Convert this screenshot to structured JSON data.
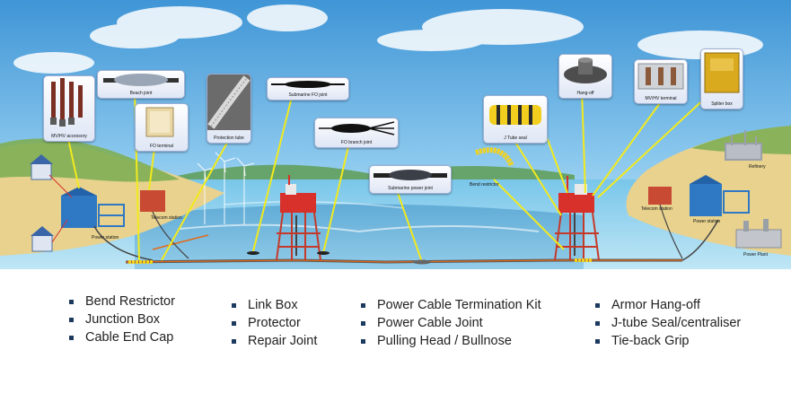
{
  "diagram": {
    "callouts": {
      "mv_hv_accessory": "MV/HV accessory",
      "beach_joint": "Beach joint",
      "fo_terminal": "FO terminal",
      "protection_tube": "Protection tube",
      "submarine_fo_joint": "Submarine FO joint",
      "fo_branch_joint": "FO branch joint",
      "submarine_power_joint": "Submarine power joint",
      "bend_restrictor": "Bend restrictor",
      "j_tube_seal": "J Tube seal",
      "hang_off": "Hang-off",
      "mv_hv_terminal": "MV/HV terminal",
      "splitter_box": "Spliter box"
    },
    "places": {
      "power_station_left": "Power station",
      "telecom_station_left": "Telecom station",
      "telecom_station_right": "Telecom station",
      "power_station_right": "Power station",
      "refinery": "Refinery",
      "power_plant": "Power Plant"
    }
  },
  "products": {
    "columns": [
      [
        "Bend Restrictor",
        "Junction Box",
        "Cable End Cap"
      ],
      [
        "Link Box",
        "Protector",
        "Repair Joint"
      ],
      [
        "Power Cable Termination Kit",
        "Power Cable Joint",
        "Pulling Head / Bullnose"
      ],
      [
        "Armor Hang-off",
        "J-tube Seal/centraliser",
        "Tie-back Grip"
      ]
    ]
  },
  "colors": {
    "sky": "#5aa6dc",
    "sea": "#8fd0ec",
    "land": "#e6cf8a",
    "leader_line": "#f2ea1e",
    "platform": "#d8302a",
    "bullet": "#1c3a5e"
  }
}
